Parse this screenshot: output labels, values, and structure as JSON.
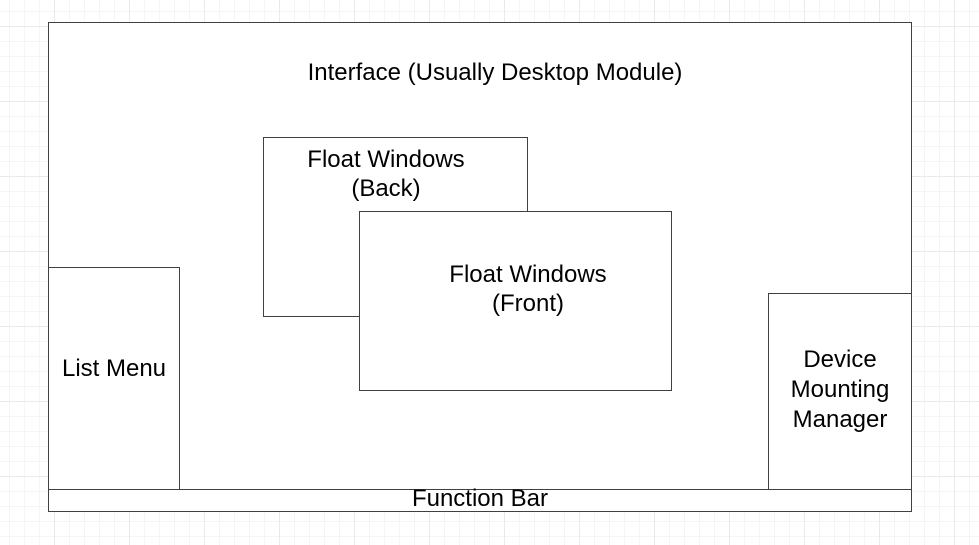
{
  "colors": {
    "canvas_bg": "#ffffff",
    "grid_minor": "#f5f5f5",
    "grid_major": "#eaeaea",
    "shape_fill": "#ffffff",
    "stroke": "#404040",
    "text": "#000000"
  },
  "diagram": {
    "interface": {
      "label": "Interface (Usually Desktop Module)"
    },
    "float_window_back": {
      "lines": [
        "Float Windows",
        "(Back)"
      ]
    },
    "float_window_front": {
      "lines": [
        "Float Windows",
        "(Front)"
      ]
    },
    "list_menu": {
      "label": "List Menu"
    },
    "device_mounting_manager": {
      "lines": [
        "Device",
        "Mounting",
        "Manager"
      ]
    },
    "function_bar": {
      "label": "Function Bar"
    }
  }
}
